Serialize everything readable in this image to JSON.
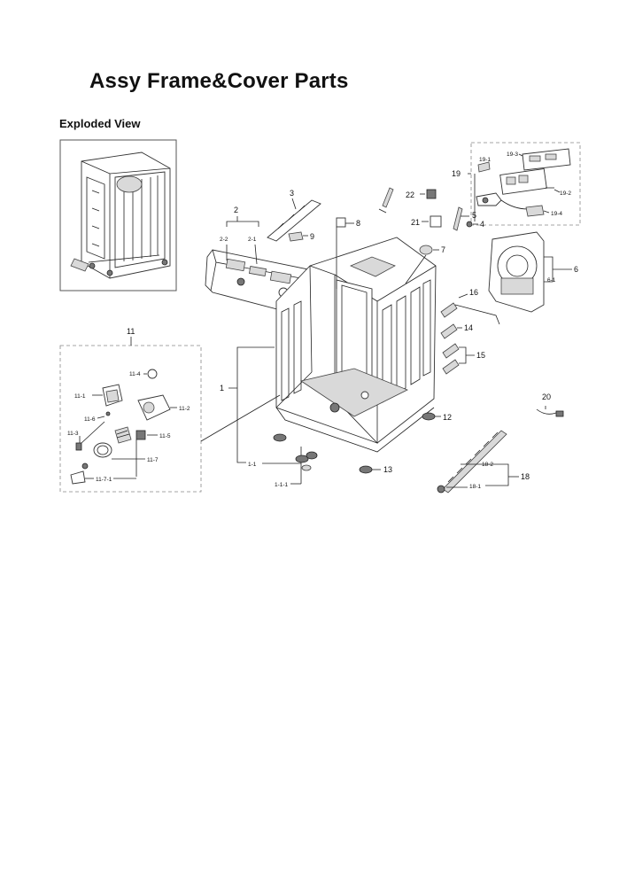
{
  "page_title": "Assy Frame&Cover Parts",
  "section_title": "Exploded View",
  "callouts": {
    "c1": "1",
    "c1_1": "1-1",
    "c1_1_1": "1-1-1",
    "c2": "2",
    "c2_1": "2-1",
    "c2_2": "2-2",
    "c3": "3",
    "c4": "4",
    "c5": "5",
    "c6": "6",
    "c6_1": "6-1",
    "c7": "7",
    "c8": "8",
    "c9": "9",
    "c11": "11",
    "c11_1": "11-1",
    "c11_2": "11-2",
    "c11_3": "11-3",
    "c11_4": "11-4",
    "c11_5": "11-5",
    "c11_6": "11-6",
    "c11_7": "11-7",
    "c11_7_1": "11-7-1",
    "c12": "12",
    "c13": "13",
    "c14": "14",
    "c15": "15",
    "c16": "16",
    "c18": "18",
    "c18_1": "18-1",
    "c18_2": "18-2",
    "c19": "19",
    "c19_1": "19-1",
    "c19_2": "19-2",
    "c19_3": "19-3",
    "c19_4": "19-4",
    "c20": "20",
    "c21": "21",
    "c22": "22"
  }
}
